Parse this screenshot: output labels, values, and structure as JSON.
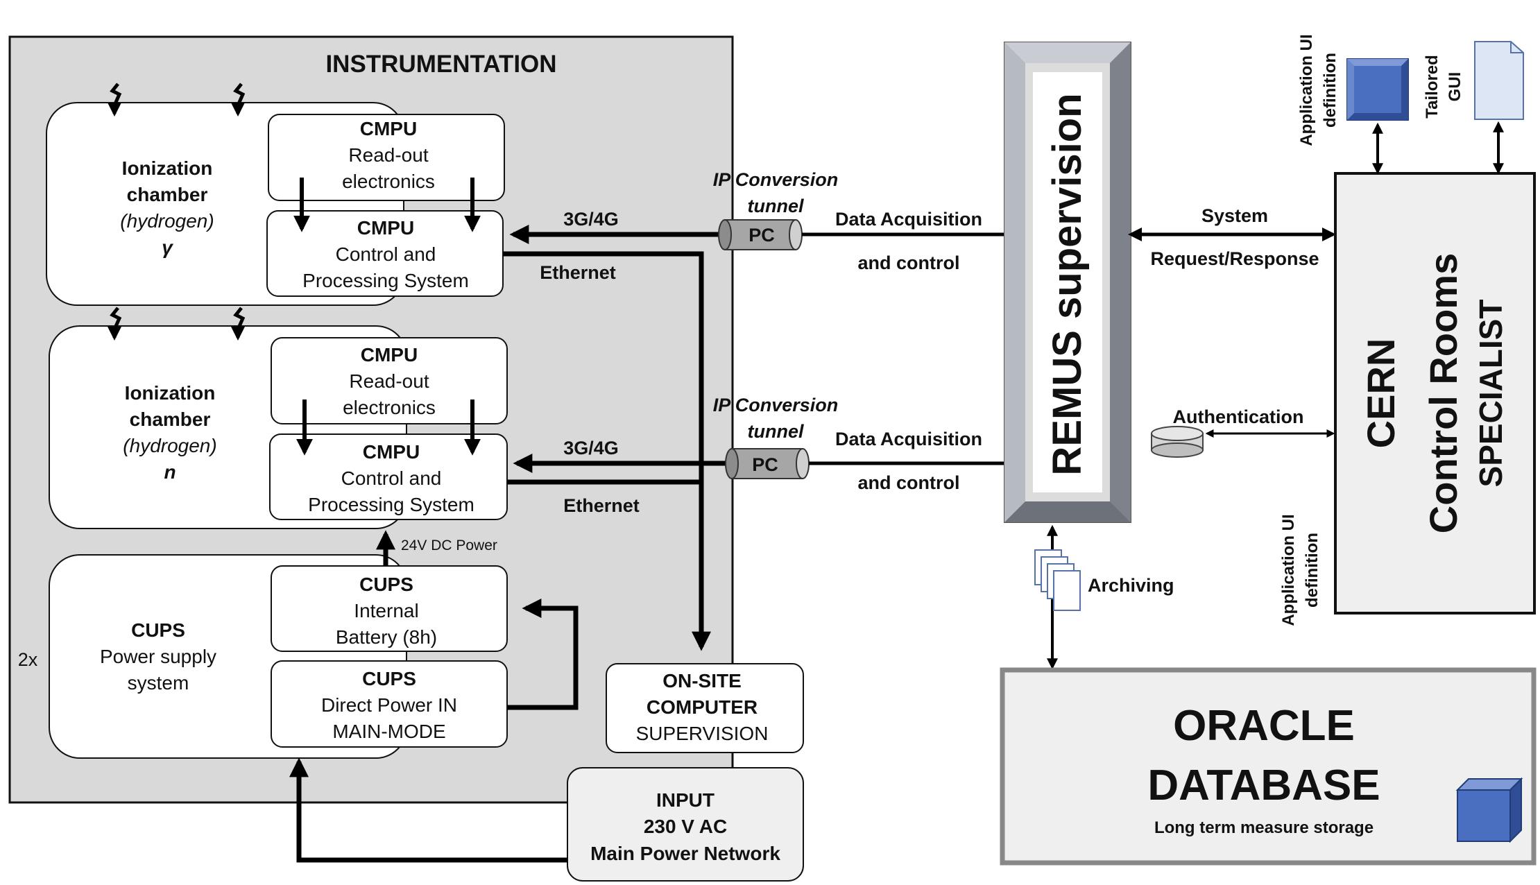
{
  "instrumentation": {
    "title": "INSTRUMENTATION",
    "multiplier": "2x",
    "chamber_top": {
      "line1": "Ionization",
      "line2": "chamber",
      "line3": "(hydrogen)",
      "line4": "γ"
    },
    "chamber_bottom": {
      "line1": "Ionization",
      "line2": "chamber",
      "line3": "(hydrogen)",
      "line4": "n"
    },
    "cmpu_readout": {
      "title": "CMPU",
      "line1": "Read-out",
      "line2": "electronics"
    },
    "cmpu_control": {
      "title": "CMPU",
      "line1": "Control and",
      "line2": "Processing System"
    },
    "cups_system": {
      "title": "CUPS",
      "line1": "Power supply",
      "line2": "system"
    },
    "cups_battery": {
      "title": "CUPS",
      "line1": "Internal",
      "line2": "Battery (8h)"
    },
    "cups_direct": {
      "title": "CUPS",
      "line1": "Direct Power IN",
      "line2": "MAIN-MODE"
    },
    "dc_power_label": "24V DC Power"
  },
  "network": {
    "mobile_label": "3G/4G",
    "ethernet_label": "Ethernet",
    "ip_tunnel": {
      "line1": "IP Conversion",
      "line2": "tunnel"
    },
    "pc_label": "PC",
    "daq": {
      "line1": "Data Acquisition",
      "line2": "and control"
    }
  },
  "onsite": {
    "line1": "ON-SITE",
    "line2": "COMPUTER",
    "line3": "SUPERVISION"
  },
  "input": {
    "line1": "INPUT",
    "line2": "230 V AC",
    "line3": "Main Power Network"
  },
  "remus": {
    "label": "REMUS supervision"
  },
  "archiving_label": "Archiving",
  "oracle": {
    "line1": "ORACLE",
    "line2": "DATABASE",
    "line3": "Long term measure storage"
  },
  "system_req": {
    "line1": "System",
    "line2": "Request/Response"
  },
  "authentication_label": "Authentication",
  "cern": {
    "line1": "CERN",
    "line2": "Control Rooms",
    "line3": "SPECIALIST"
  },
  "app_ui_top": {
    "line1": "Application UI",
    "line2": "definition"
  },
  "tailored_gui": {
    "line1": "Tailored",
    "line2": "GUI"
  },
  "app_ui_bottom": {
    "line1": "Application UI",
    "line2": "definition"
  },
  "colors": {
    "panel_gray": "#d9d9d9",
    "box_light": "#efefef",
    "cube_blue": "#4a6fc1",
    "doc_blue": "#dde6f5",
    "remus_frame": "#9aa0aa"
  }
}
